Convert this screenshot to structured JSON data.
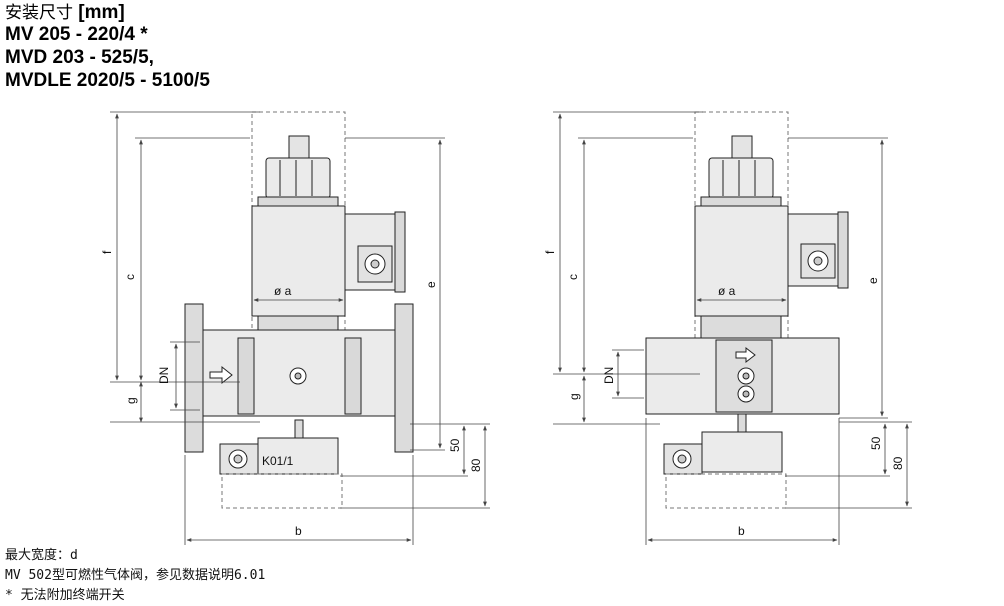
{
  "header": {
    "title_cn": "安装尺寸",
    "title_unit": "[mm]",
    "models": [
      "MV 205 - 220/4 *",
      "MVD 203 - 525/5,",
      "MVDLE 2020/5 - 5100/5"
    ]
  },
  "dimension_labels": {
    "f": "f",
    "c": "c",
    "e": "e",
    "dn": "DN",
    "g": "g",
    "oa": "ø a",
    "b": "b",
    "d50": "50",
    "d80": "80",
    "k01": "K01/1"
  },
  "footnotes": [
    "最大宽度：d",
    "MV 502型可燃性气体阀，参见数据说明6.01",
    "* 无法附加终端开关"
  ],
  "colors": {
    "body": "#ebebeb",
    "shade": "#d6d6d6",
    "line": "#222222",
    "dim": "#444444",
    "dash": "#777777"
  }
}
